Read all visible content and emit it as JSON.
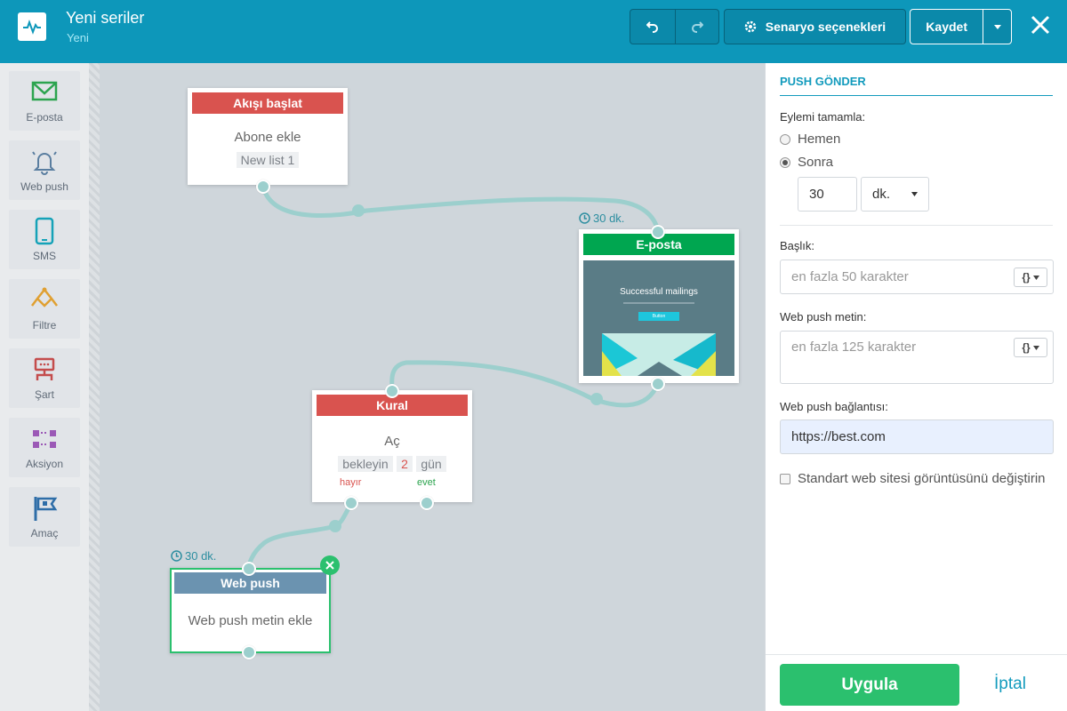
{
  "header": {
    "title": "Yeni seriler",
    "subtitle": "Yeni",
    "scenario_button": "Senaryo seçenekleri",
    "save_button": "Kaydet"
  },
  "palette": {
    "items": [
      {
        "label": "E-posta",
        "icon": "envelope-icon"
      },
      {
        "label": "Web push",
        "icon": "bell-icon"
      },
      {
        "label": "SMS",
        "icon": "phone-icon"
      },
      {
        "label": "Filtre",
        "icon": "filter-icon"
      },
      {
        "label": "Şart",
        "icon": "condition-icon"
      },
      {
        "label": "Aksiyon",
        "icon": "action-icon"
      },
      {
        "label": "Amaç",
        "icon": "flag-icon"
      }
    ]
  },
  "canvas": {
    "start_node": {
      "title": "Akışı başlat",
      "body": "Abone ekle",
      "tag": "New list 1"
    },
    "email_node": {
      "title": "E-posta",
      "delay": "30 dk.",
      "preview": {
        "heading": "Successful mailings",
        "button": "Button"
      }
    },
    "rule_node": {
      "title": "Kural",
      "body": "Aç",
      "wait_label": "bekleyin",
      "wait_value": "2",
      "wait_unit": "gün",
      "no_label": "hayır",
      "yes_label": "evet"
    },
    "push_node": {
      "title": "Web push",
      "body": "Web push metin ekle",
      "delay": "30 dk."
    }
  },
  "panel": {
    "section_title": "PUSH GÖNDER",
    "complete_label": "Eylemi tamamla:",
    "option_now": "Hemen",
    "option_later": "Sonra",
    "delay_value": "30",
    "delay_unit": "dk.",
    "title_label": "Başlık:",
    "title_placeholder": "en fazla 50 karakter",
    "text_label": "Web push metin:",
    "text_placeholder": "en fazla 125 karakter",
    "link_label": "Web push bağlantısı:",
    "link_value": "https://best.com",
    "checkbox_label": "Standart web sitesi görüntüsünü değiştirin",
    "var_button": "{}",
    "apply_button": "Uygula",
    "cancel_button": "İptal"
  },
  "colors": {
    "header": "#0d97ba",
    "start_node": "#d9534f",
    "email_node": "#00a650",
    "push_node": "#6b93b0",
    "apply": "#2bc06e",
    "accent": "#139bbd"
  }
}
